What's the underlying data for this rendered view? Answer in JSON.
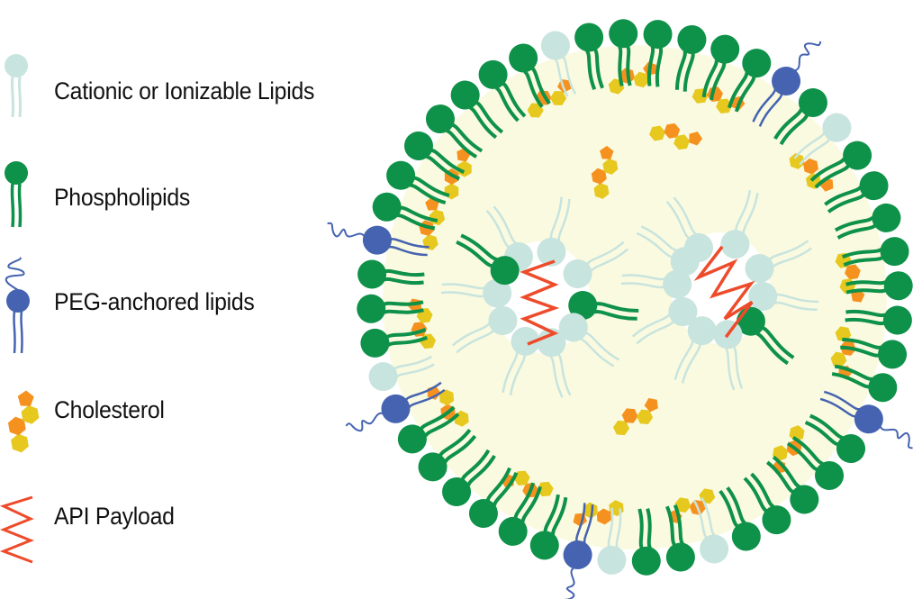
{
  "title": "Lipid Nanoparticle Composition",
  "colors": {
    "cationic": "#C8E4DE",
    "phospholipid": "#0E9148",
    "peg": "#4563B0",
    "chol_yellow": "#E6C81E",
    "chol_orange": "#F5921F",
    "payload": "#EE4B2B",
    "core": "#FAFAE0"
  },
  "legend": [
    {
      "key": "cationic",
      "label": "Cationic or Ionizable Lipids",
      "icon": "cationic-lipid-icon"
    },
    {
      "key": "phospholipid",
      "label": "Phospholipids",
      "icon": "phospholipid-icon"
    },
    {
      "key": "peg",
      "label": "PEG-anchored lipids",
      "icon": "peg-lipid-icon"
    },
    {
      "key": "cholesterol",
      "label": "Cholesterol",
      "icon": "cholesterol-icon"
    },
    {
      "key": "payload",
      "label": "API Payload",
      "icon": "api-payload-icon"
    }
  ],
  "nanoparticle": {
    "shell_sequence": "G G G G G G B G C G G G G G G G G B G G G G G C G G C B G G G G G G B C G G G B G G G G G G G C",
    "inner_micelles": 2
  }
}
